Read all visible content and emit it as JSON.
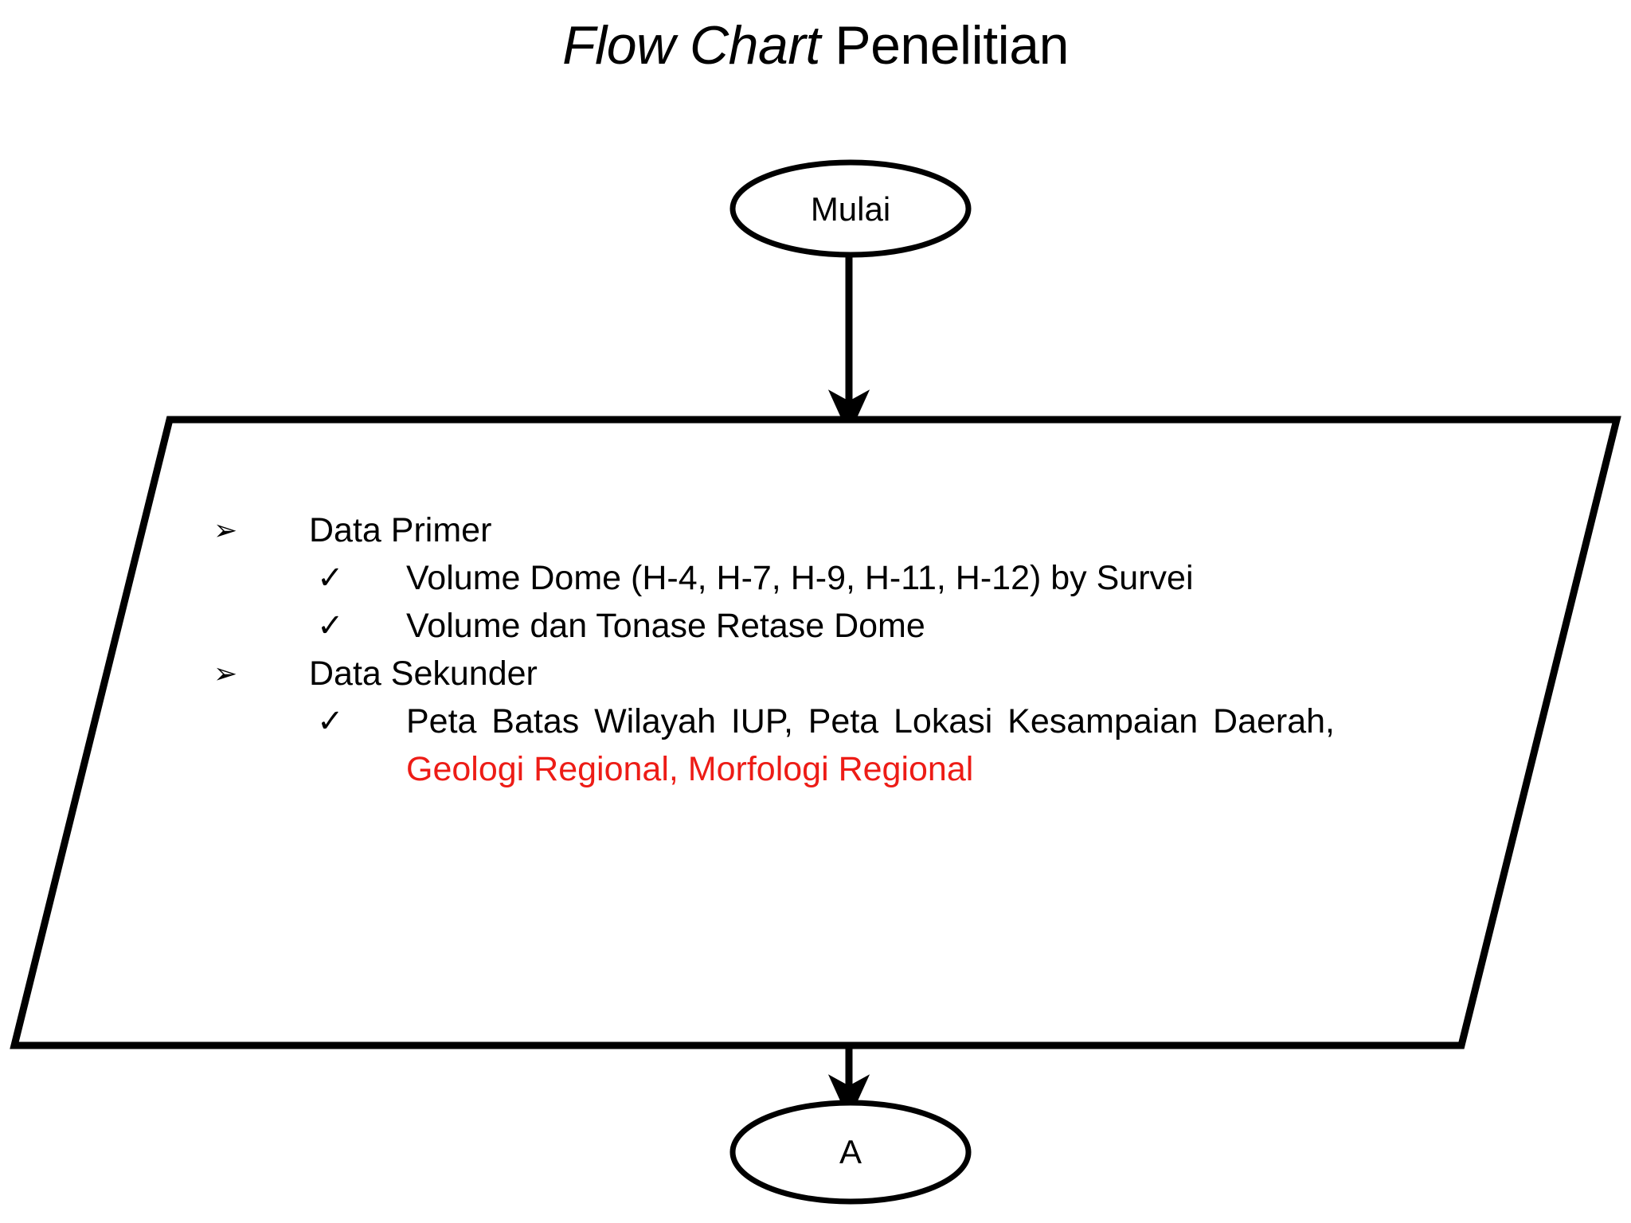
{
  "title": {
    "emphasis": "Flow Chart",
    "rest": " Penelitian",
    "full": "Flow Chart Penelitian"
  },
  "colors": {
    "stroke": "#000000",
    "text": "#000000",
    "highlight_red": "#ED1C16",
    "background": "#FFFFFF"
  },
  "nodes": {
    "start": {
      "label": "Mulai",
      "shape": "ellipse"
    },
    "connector": {
      "label": "A",
      "shape": "ellipse"
    }
  },
  "process": {
    "shape": "parallelogram",
    "bullets": [
      {
        "level": 1,
        "marker": "arrow-bullet",
        "marker_glyph": "➢",
        "text": "Data Primer",
        "color": "#000000",
        "justify": false
      },
      {
        "level": 2,
        "marker": "check-bullet",
        "marker_glyph": "✓",
        "text": "Volume Dome (H-4, H-7, H-9, H-11, H-12) by Survei",
        "color": "#000000",
        "justify": false
      },
      {
        "level": 2,
        "marker": "check-bullet",
        "marker_glyph": "✓",
        "text": "Volume dan Tonase Retase Dome",
        "color": "#000000",
        "justify": false
      },
      {
        "level": 1,
        "marker": "arrow-bullet",
        "marker_glyph": "➢",
        "text": "Data Sekunder",
        "color": "#000000",
        "justify": false
      },
      {
        "level": 2,
        "marker": "check-bullet",
        "marker_glyph": "✓",
        "text": "Peta Batas Wilayah IUP, Peta Lokasi Kesampaian Daerah,",
        "color": "#000000",
        "justify": true
      },
      {
        "level": 2,
        "marker": "none",
        "marker_glyph": "",
        "text": "Geologi Regional, Morfologi Regional",
        "color": "#ED1C16",
        "justify": false
      }
    ]
  },
  "connectors": [
    {
      "name": "start-to-process",
      "from": "Mulai",
      "to": "Data",
      "direction": "down"
    },
    {
      "name": "process-to-a",
      "from": "Data",
      "to": "A",
      "direction": "down"
    }
  ]
}
